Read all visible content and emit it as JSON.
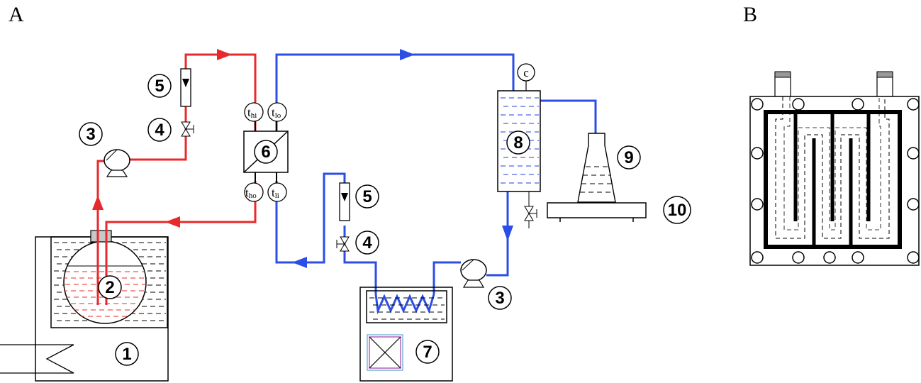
{
  "panels": {
    "a": "A",
    "b": "B"
  },
  "components": {
    "c1": "1",
    "c2": "2",
    "c3_left": "3",
    "c4_left": "4",
    "c5_left": "5",
    "c6": "6",
    "c3_right": "3",
    "c4_right": "4",
    "c5_right": "5",
    "c7": "7",
    "c8": "8",
    "c9": "9",
    "c10": "10",
    "conductivity": "c"
  },
  "temperatures": {
    "thi": {
      "main": "t",
      "sub": "hi"
    },
    "tlo": {
      "main": "t",
      "sub": "lo"
    },
    "tho": {
      "main": "t",
      "sub": "ho"
    },
    "tli": {
      "main": "t",
      "sub": "li"
    }
  },
  "colors": {
    "hot": "#e8292b",
    "cold": "#2b4ee6",
    "line": "#000000"
  }
}
